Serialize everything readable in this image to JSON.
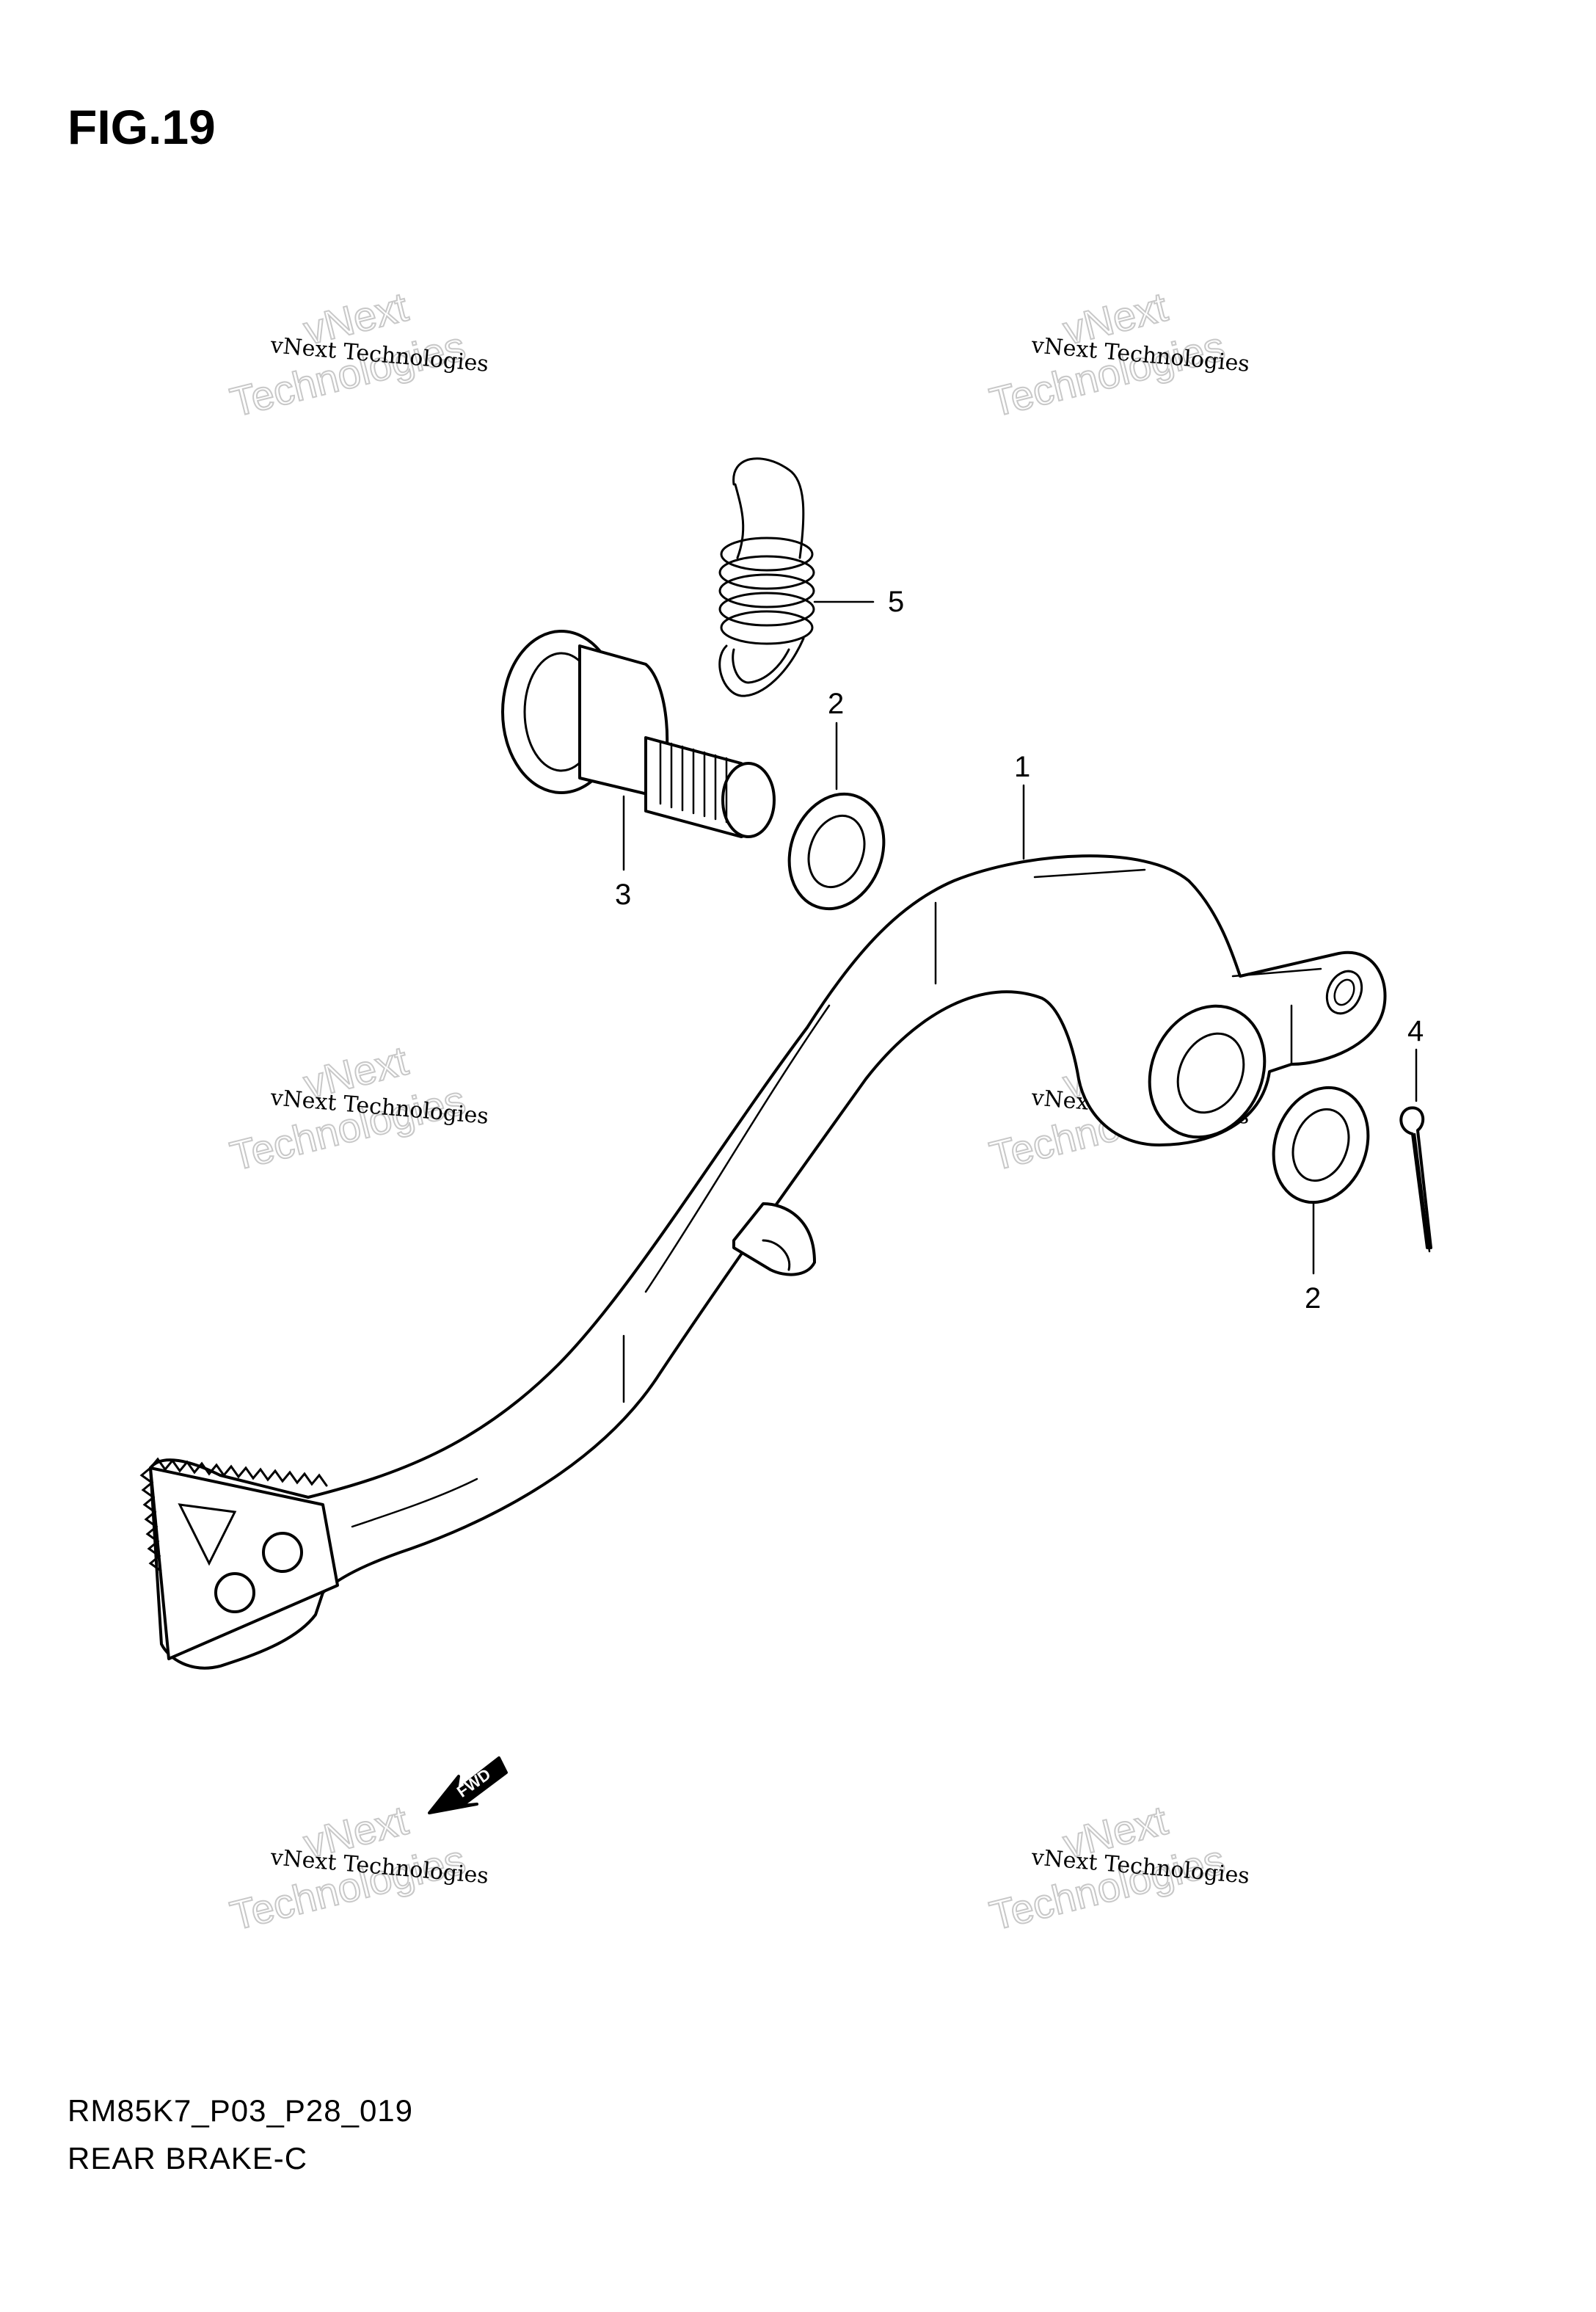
{
  "figure": {
    "title": "FIG.19"
  },
  "callouts": {
    "c1": "1",
    "c2a": "2",
    "c2b": "2",
    "c3": "3",
    "c4": "4",
    "c5": "5"
  },
  "arrow": {
    "label": "FWD"
  },
  "watermarks": [
    {
      "line1": "vNext Technologies",
      "line2": "vNext",
      "line3": "Technologies"
    },
    {
      "line1": "vNext Technologies",
      "line2": "vNext",
      "line3": "Technologies"
    },
    {
      "line1": "vNext Technologies",
      "line2": "vNext",
      "line3": "Technologies"
    },
    {
      "line1": "vNext Technologies",
      "line2": "vNext",
      "line3": "Technologies"
    },
    {
      "line1": "vNext Technologies",
      "line2": "vNext",
      "line3": "Technologies"
    },
    {
      "line1": "vNext Technologies",
      "line2": "vNext",
      "line3": "Technologies"
    }
  ],
  "footer": {
    "code": "RM85K7_P03_P28_019",
    "name": "REAR BRAKE-C"
  }
}
